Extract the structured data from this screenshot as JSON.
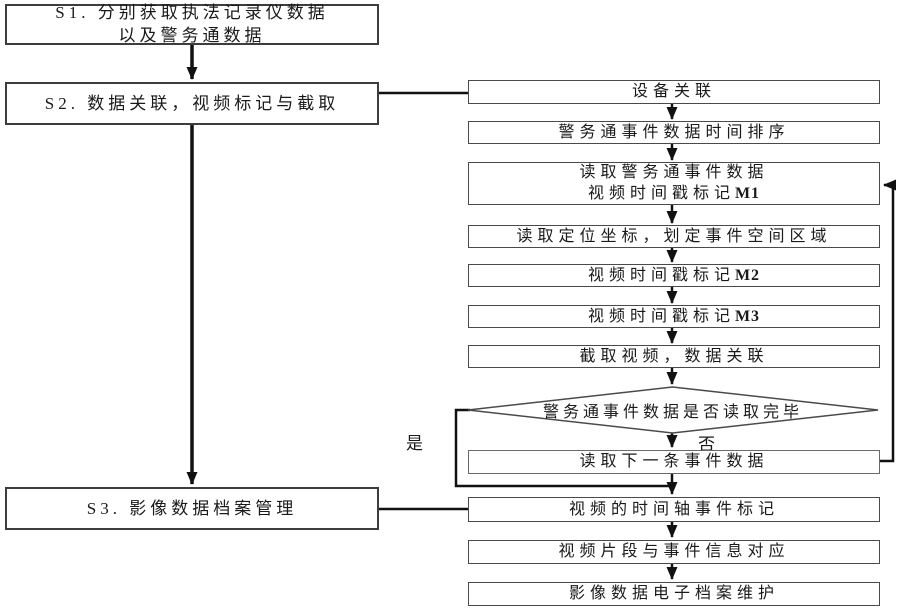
{
  "title": "执法记录流程图",
  "colors": {
    "line": "#111111",
    "box_border": "#4a4a4a",
    "text": "#1a1a1a",
    "background": "#ffffff"
  },
  "left_column": {
    "s1": {
      "line1": "S1. 分别获取执法记录仪数据",
      "line2": "以及警务通数据"
    },
    "s2": {
      "label": "S2. 数据关联，视频标记与截取"
    },
    "s3": {
      "label": "S3. 影像数据档案管理"
    }
  },
  "right_column": {
    "steps": [
      {
        "label": "设备关联"
      },
      {
        "label": "警务通事件数据时间排序"
      },
      {
        "line1": "读取警务通事件数据",
        "line2": "视频时间戳标记",
        "code": "M1"
      },
      {
        "label": "读取定位坐标，划定事件空间区域"
      },
      {
        "label": "视频时间戳标记",
        "code": "M2"
      },
      {
        "label": "视频时间戳标记",
        "code": "M3"
      },
      {
        "label": "截取视频，数据关联"
      },
      {
        "label": "读取下一条事件数据"
      },
      {
        "label": "视频的时间轴事件标记"
      },
      {
        "label": "视频片段与事件信息对应"
      },
      {
        "label": "影像数据电子档案维护"
      }
    ],
    "decision": {
      "label": "警务通事件数据是否读取完毕",
      "yes": "是",
      "no": "否"
    }
  }
}
